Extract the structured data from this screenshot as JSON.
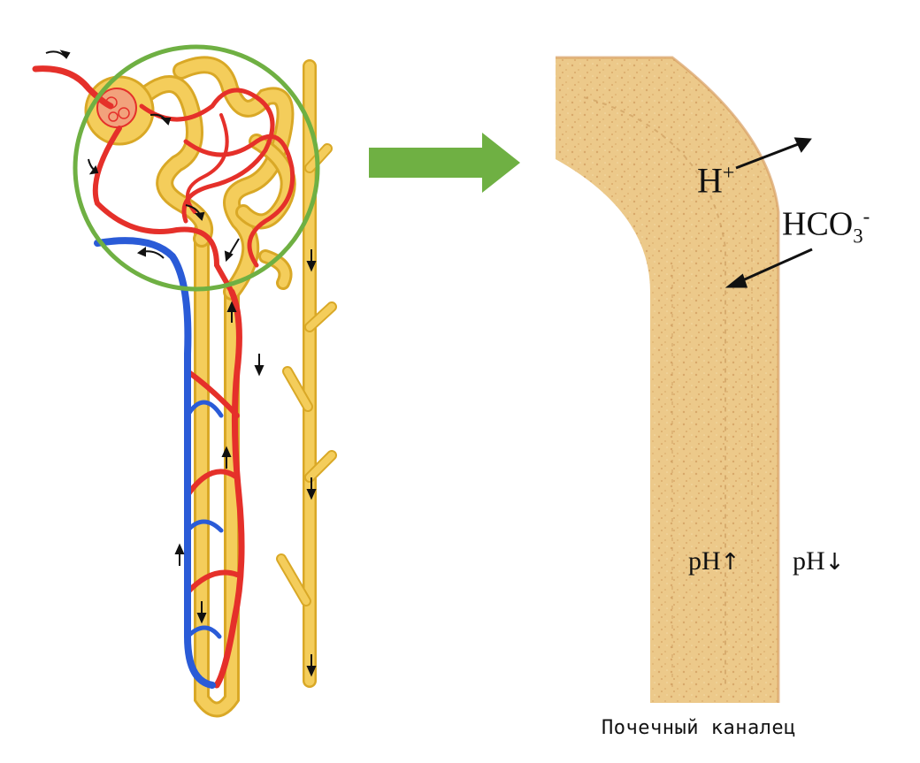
{
  "labels": {
    "h_main": "H",
    "h_sup": "+",
    "hco3_main": "HCO",
    "hco3_sub": "3",
    "hco3_sup": "-",
    "ph_up": "pH",
    "ph_up_arrow": "↑",
    "ph_down": "pH",
    "ph_down_arrow": "↓",
    "caption": "Почечный каналец"
  },
  "colors": {
    "tubule": "#f4cd5b",
    "tubule_outline": "#d9a826",
    "artery": "#e5302a",
    "vein": "#2a5bd7",
    "highlight_circle": "#6fb043",
    "transition_arrow": "#6fb043",
    "tubule_closeup": "#eac784",
    "tubule_closeup_inner": "#dcb06a"
  },
  "icons": {
    "highlight": "circle-highlight",
    "zoom": "right-arrow-icon",
    "flow": "small-flow-arrow-icon"
  }
}
